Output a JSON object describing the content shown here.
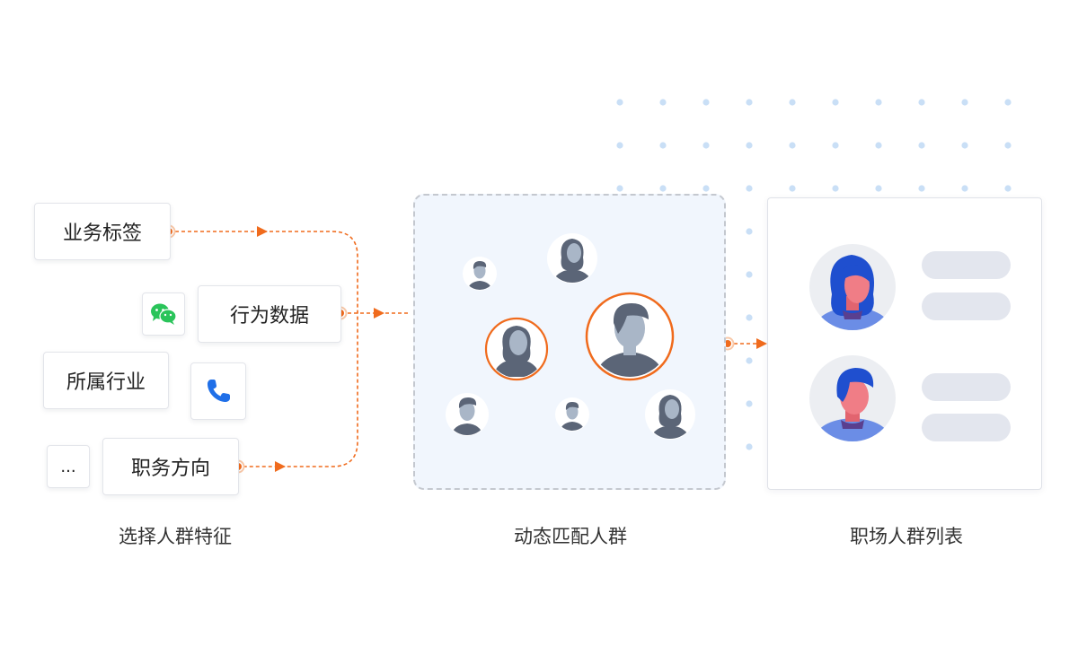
{
  "features": {
    "business_tags": "业务标签",
    "behavior_data": "行为数据",
    "industry": "所属行业",
    "job_direction": "职务方向",
    "more": "..."
  },
  "icons": {
    "wechat": "wechat-icon",
    "phone": "phone-icon"
  },
  "captions": {
    "select": "选择人群特征",
    "match": "动态匹配人群",
    "list": "职场人群列表"
  },
  "colors": {
    "accent_orange": "#f06b1d",
    "wechat_green": "#2ac45a",
    "phone_blue": "#1f6fe8",
    "match_bg": "#f1f6fd",
    "avatar_gray": "#5b6577",
    "avatar_skin_gray": "#a9b6c7",
    "list_hair_blue": "#1f4fcf",
    "list_skin_pink": "#f07d86",
    "list_bar_gray": "#e3e6ee",
    "dot_blue": "#c9dff6"
  }
}
